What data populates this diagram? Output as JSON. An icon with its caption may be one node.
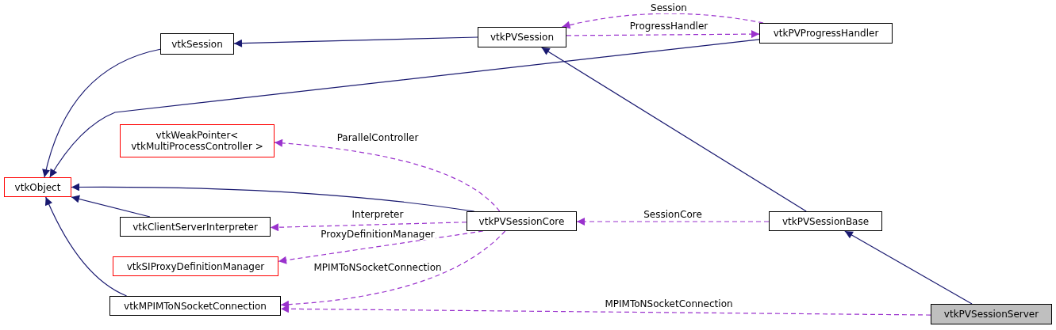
{
  "diagram": {
    "nodes": [
      {
        "text": [
          "vtkPVProgressHandler"
        ]
      },
      {
        "text": [
          "vtkPVSession"
        ]
      },
      {
        "text": [
          "vtkSession"
        ]
      },
      {
        "text": [
          "vtkWeakPointer< vtkMultiProcessController >"
        ]
      },
      {
        "text": [
          "vtkObject"
        ]
      },
      {
        "text": [
          "vtkClientServerInterpreter"
        ]
      },
      {
        "text": [
          "vtkPVSessionCore"
        ]
      },
      {
        "text": [
          "vtkPVSessionBase"
        ]
      },
      {
        "text": [
          "vtkSIProxyDefinitionManager"
        ]
      },
      {
        "text": [
          "vtkMPIMToNSocketConnection"
        ]
      },
      {
        "text": [
          "vtkPVSessionServer"
        ]
      }
    ],
    "edges": [
      {
        "from": 0,
        "to": 1,
        "arrow": "to",
        "label": "Session",
        "style": "dashed",
        "color": "#9a32cd"
      },
      {
        "from": 1,
        "to": 0,
        "arrow": "to",
        "label": "ProgressHandler",
        "style": "dashed",
        "color": "#9a32cd"
      },
      {
        "from": 1,
        "to": 2,
        "arrow": "to",
        "color": "#191970"
      },
      {
        "from": 2,
        "to": 4,
        "arrow": "to",
        "color": "#191970"
      },
      {
        "from": 0,
        "to": 4,
        "arrow": "to",
        "color": "#191970"
      },
      {
        "from": 6,
        "to": 4,
        "arrow": "to",
        "color": "#191970"
      },
      {
        "from": 5,
        "to": 4,
        "arrow": "to",
        "color": "#191970"
      },
      {
        "from": 9,
        "to": 4,
        "arrow": "to",
        "color": "#191970"
      },
      {
        "from": 7,
        "to": 1,
        "arrow": "to",
        "color": "#191970"
      },
      {
        "from": 10,
        "to": 7,
        "arrow": "to",
        "color": "#191970"
      },
      {
        "from": 6,
        "to": 3,
        "arrow": "to",
        "label": "ParallelController",
        "style": "dashed",
        "color": "#9a32cd"
      },
      {
        "from": 6,
        "to": 5,
        "arrow": "to",
        "label": "Interpreter",
        "style": "dashed",
        "color": "#9a32cd"
      },
      {
        "from": 6,
        "to": 8,
        "arrow": "to",
        "label": "ProxyDefinitionManager",
        "style": "dashed",
        "color": "#9a32cd"
      },
      {
        "from": 6,
        "to": 9,
        "arrow": "to",
        "label": "MPIMToNSocketConnection",
        "style": "dashed",
        "color": "#9a32cd"
      },
      {
        "from": 7,
        "to": 6,
        "arrow": "to",
        "label": "SessionCore",
        "style": "dashed",
        "color": "#9a32cd"
      },
      {
        "from": 10,
        "to": 9,
        "arrow": "to",
        "label": "MPIMToNSocketConnection",
        "style": "dashed",
        "color": "#9a32cd"
      }
    ]
  }
}
